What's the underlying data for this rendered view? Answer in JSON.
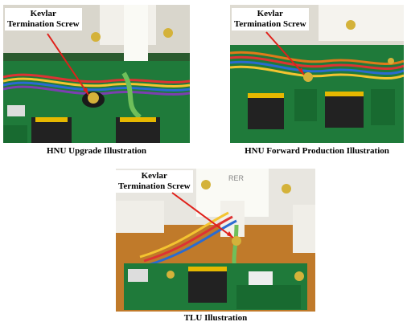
{
  "figures": [
    {
      "id": "hnu-upgrade",
      "label_line1": "Kevlar",
      "label_line2": "Termination Screw",
      "caption": "HNU Upgrade Illustration"
    },
    {
      "id": "hnu-forward",
      "label_line1": "Kevlar",
      "label_line2": "Termination Screw",
      "caption": "HNU Forward Production Illustration"
    },
    {
      "id": "tlu",
      "label_line1": "Kevlar",
      "label_line2": "Termination Screw",
      "caption": "TLU Illustration"
    }
  ],
  "pcb_marking": "RER",
  "colors": {
    "arrow": "#e0201a",
    "board": "#1f7a3a",
    "board_dark": "#145a2a",
    "housing": "#e8e6e0",
    "kapton": "#c07a2a"
  }
}
